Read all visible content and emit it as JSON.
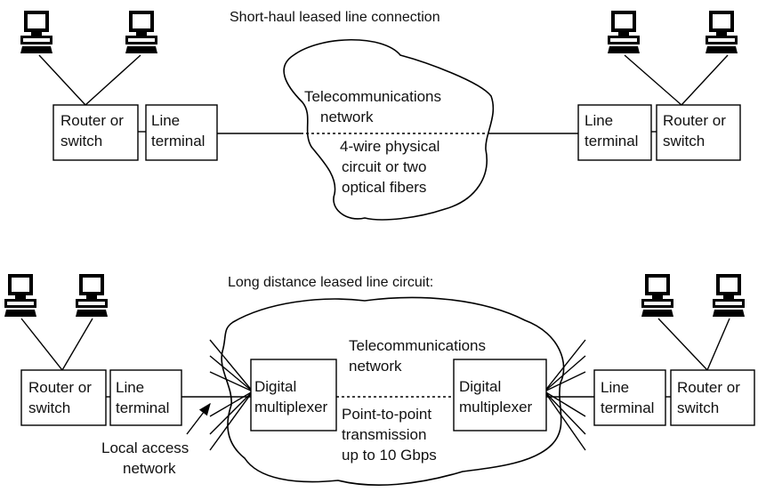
{
  "top": {
    "title": "Short-haul leased line connection",
    "left_router": [
      "Router or",
      "switch"
    ],
    "left_terminal": [
      "Line",
      "terminal"
    ],
    "right_terminal": [
      "Line",
      "terminal"
    ],
    "right_router": [
      "Router or",
      "switch"
    ],
    "network": [
      "Telecommunications",
      "network"
    ],
    "circuit": [
      "4-wire physical",
      "circuit or two",
      "optical fibers"
    ]
  },
  "bottom": {
    "title": "Long distance leased line circuit:",
    "left_router": [
      "Router or",
      "switch"
    ],
    "left_terminal": [
      "Line",
      "terminal"
    ],
    "left_mux": [
      "Digital",
      "multiplexer"
    ],
    "right_mux": [
      "Digital",
      "multiplexer"
    ],
    "right_terminal": [
      "Line",
      "terminal"
    ],
    "right_router": [
      "Router or",
      "switch"
    ],
    "network": [
      "Telecommunications",
      "network"
    ],
    "link": [
      "Point-to-point",
      "transmission",
      "up to 10 Gbps"
    ],
    "access": [
      "Local access",
      "network"
    ]
  },
  "icons": {
    "computer": "desktop-computer-icon"
  }
}
